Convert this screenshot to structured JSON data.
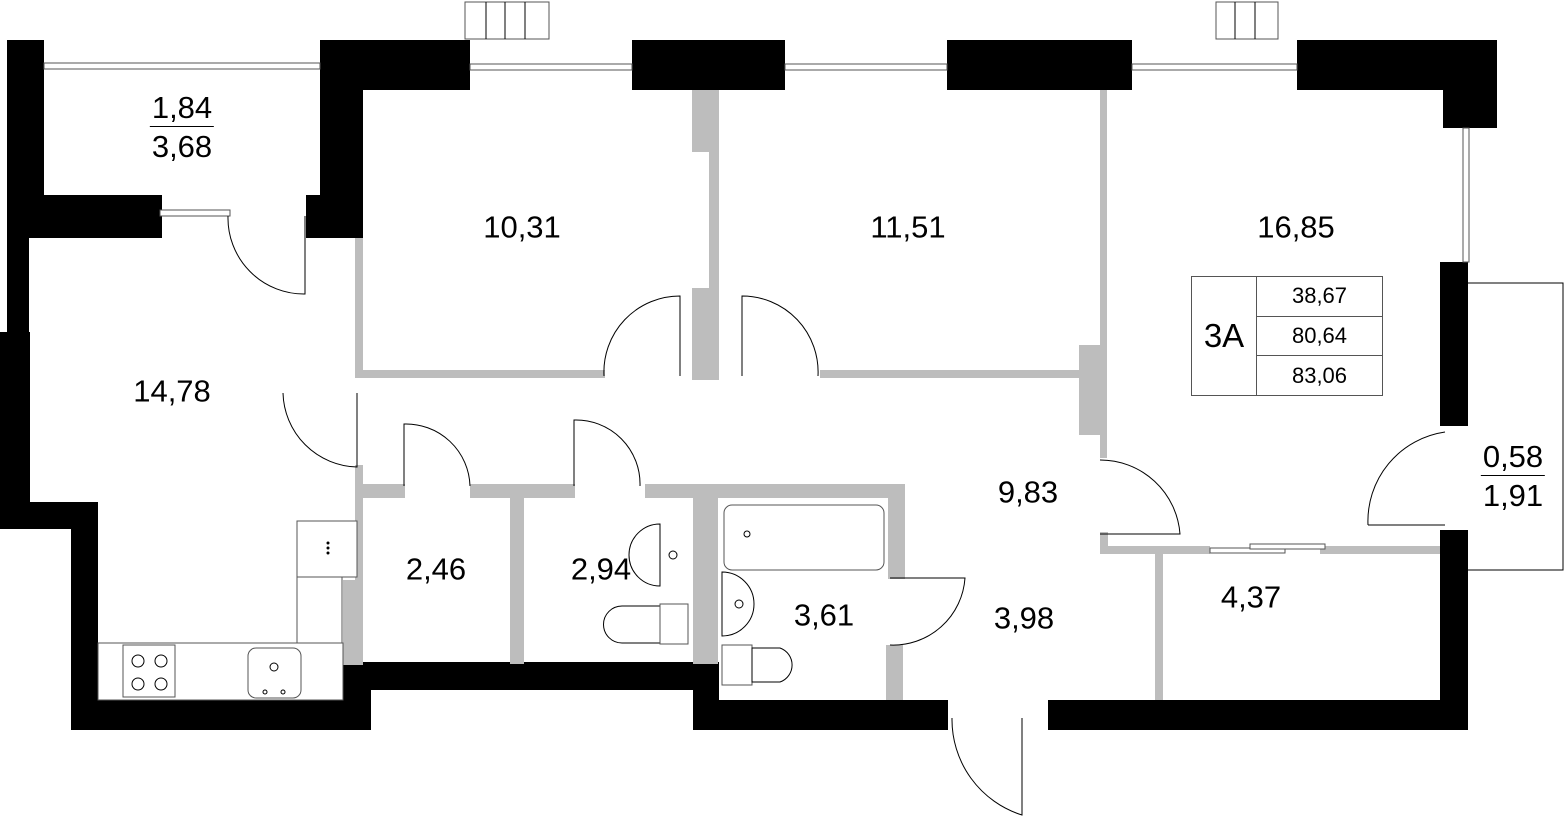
{
  "plan": {
    "apartment_type": "3A",
    "summary": {
      "living_area": "38,67",
      "total_area": "80,64",
      "total_area_with_balconies": "83,06"
    },
    "rooms": [
      {
        "id": "loggia-top-left",
        "kind": "loggia",
        "area": "1,84",
        "area_full": "3,68"
      },
      {
        "id": "bedroom-1",
        "kind": "bedroom",
        "area": "10,31"
      },
      {
        "id": "bedroom-2",
        "kind": "bedroom",
        "area": "11,51"
      },
      {
        "id": "living-room",
        "kind": "living-room",
        "area": "16,85"
      },
      {
        "id": "kitchen",
        "kind": "kitchen-living",
        "area": "14,78"
      },
      {
        "id": "storage",
        "kind": "storage",
        "area": "2,46"
      },
      {
        "id": "wc",
        "kind": "toilet",
        "area": "2,94"
      },
      {
        "id": "bathroom",
        "kind": "bathroom",
        "area": "3,61"
      },
      {
        "id": "hall",
        "kind": "hall",
        "area": "9,83"
      },
      {
        "id": "entry",
        "kind": "entry",
        "area": "3,98"
      },
      {
        "id": "wardrobe",
        "kind": "wardrobe",
        "area": "4,37"
      },
      {
        "id": "balcony-right",
        "kind": "balcony",
        "area": "0,58",
        "area_full": "1,91"
      }
    ],
    "colors": {
      "wall": "#000000",
      "partition": "#bdbdbd",
      "background": "#ffffff"
    }
  }
}
